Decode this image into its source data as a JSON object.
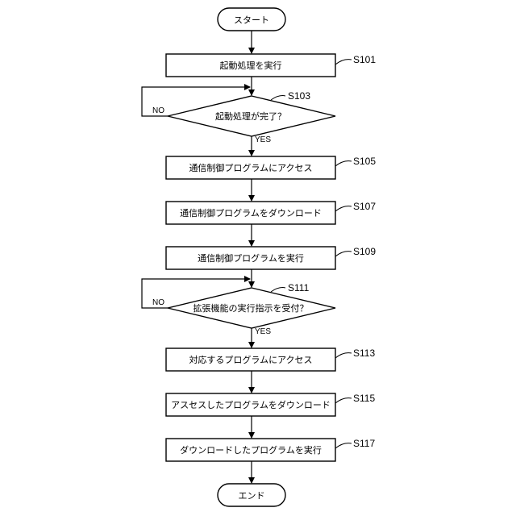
{
  "start": "スタート",
  "end": "エンド",
  "steps": {
    "s101": {
      "id": "S101",
      "text": "起動処理を実行"
    },
    "s103": {
      "id": "S103",
      "text": "起動処理が完了？",
      "no": "NO",
      "yes": "YES"
    },
    "s105": {
      "id": "S105",
      "text": "通信制御プログラムにアクセス"
    },
    "s107": {
      "id": "S107",
      "text": "通信制御プログラムをダウンロード"
    },
    "s109": {
      "id": "S109",
      "text": "通信制御プログラムを実行"
    },
    "s111": {
      "id": "S111",
      "text": "拡張機能の実行指示を受付？",
      "no": "NO",
      "yes": "YES"
    },
    "s113": {
      "id": "S113",
      "text": "対応するプログラムにアクセス"
    },
    "s115": {
      "id": "S115",
      "text": "アスセスしたプログラムをダウンロード"
    },
    "s117": {
      "id": "S117",
      "text": "ダウンロードしたプログラムを実行"
    }
  }
}
